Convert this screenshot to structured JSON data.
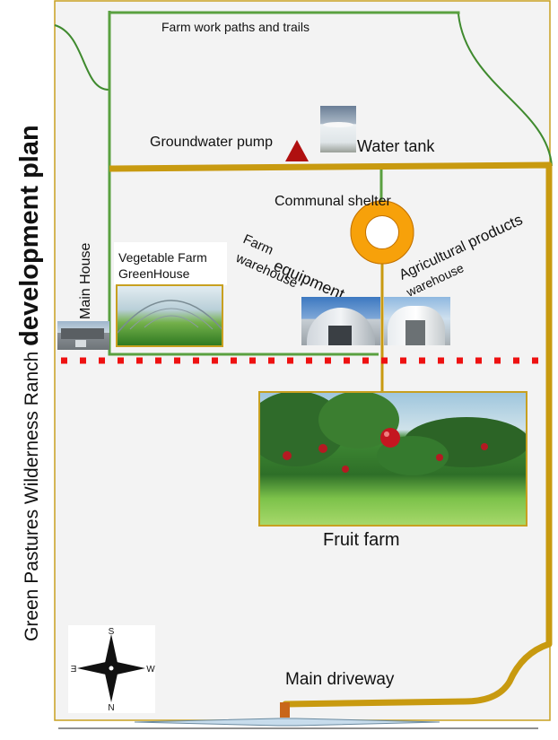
{
  "title": {
    "part1": "Green Pastures Wilderness Ranch ",
    "part2": "development plan"
  },
  "labels": {
    "paths": "Farm work paths and trails",
    "pump": "Groundwater pump",
    "water_tank": "Water tank",
    "shelter": "Communal shelter",
    "main_house": "Main House",
    "greenhouse_line1": "Vegetable Farm",
    "greenhouse_line2": "GreenHouse",
    "farm": "Farm",
    "equipment": "equipment",
    "warehouse": "warehouse",
    "agri_line1_a": "Agricultural ",
    "agri_line1_b": "products",
    "agri_line2": "warehouse",
    "fruit_farm": "Fruit farm",
    "driveway": "Main driveway"
  },
  "compass": {
    "n": "N",
    "s": "S",
    "e": "E",
    "w": "W"
  },
  "colors": {
    "border": "#c8a020",
    "road": "#c89a10",
    "path": "#5aa040",
    "dotted_line": "#ee1111",
    "shelter": "#f7a10a",
    "pump": "#b01010",
    "background": "#f3f3f3"
  }
}
